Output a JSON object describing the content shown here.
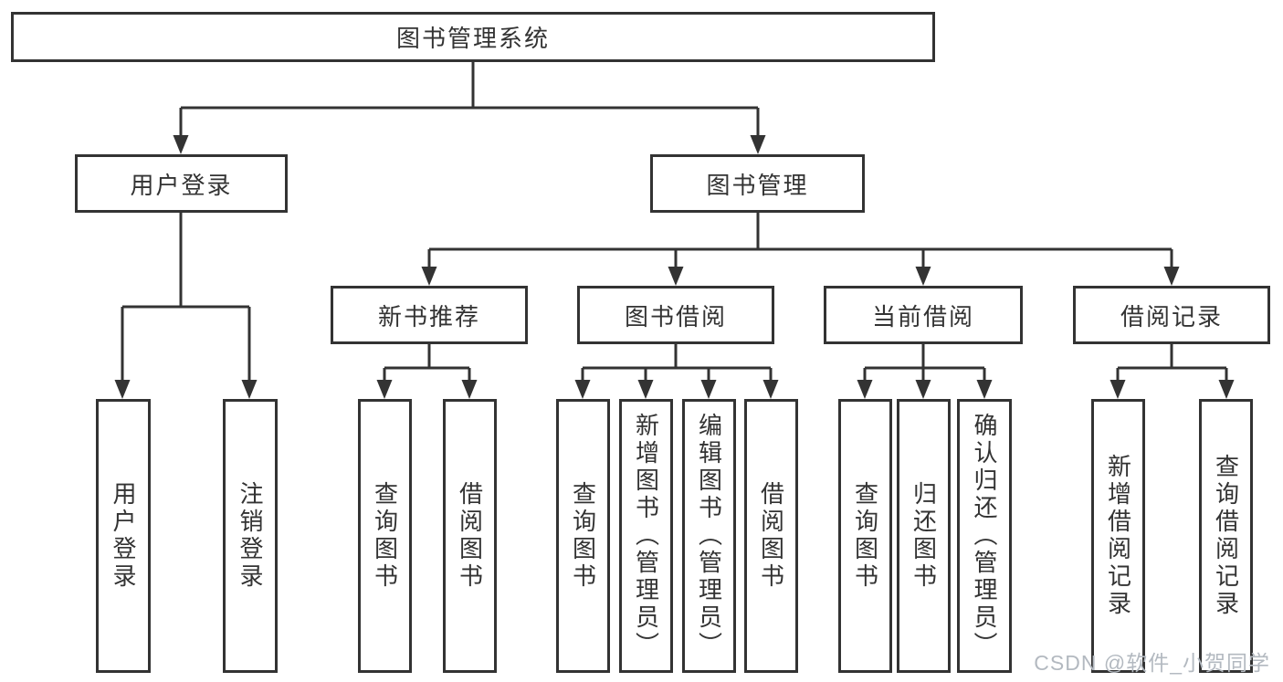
{
  "diagram": {
    "title": "图书管理系统",
    "level1": {
      "login": "用户登录",
      "manage": "图书管理"
    },
    "level2": {
      "recommend": "新书推荐",
      "borrow": "图书借阅",
      "current": "当前借阅",
      "records": "借阅记录"
    },
    "leaves": {
      "login": [
        "用户登录",
        "注销登录"
      ],
      "recommend": [
        "查询图书",
        "借阅图书"
      ],
      "borrow": [
        "查询图书",
        "新增图书（管理员）",
        "编辑图书（管理员）",
        "借阅图书"
      ],
      "current": [
        "查询图书",
        "归还图书",
        "确认归还（管理员）"
      ],
      "records": [
        "新增借阅记录",
        "查询借阅记录"
      ]
    }
  },
  "watermark": "CSDN @软件_小贺同学",
  "colors": {
    "line": "#333333",
    "watermark": "#b3b9c0",
    "background": "#ffffff"
  }
}
